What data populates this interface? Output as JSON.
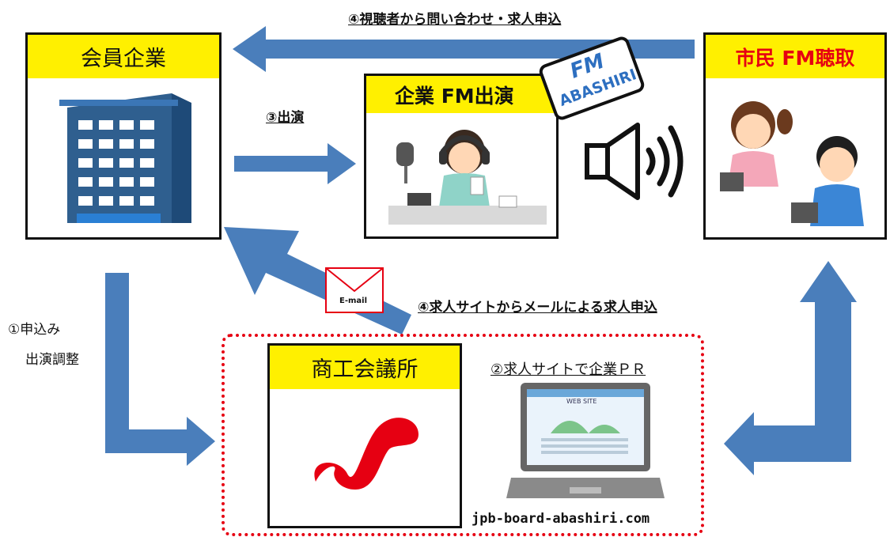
{
  "colors": {
    "arrow": "#4a7ebb",
    "title_bg": "#fff000",
    "red_accent": "#e60012",
    "dotted_border": "#e60012"
  },
  "boxes": {
    "member_company": {
      "title": "会員企業",
      "icon": "office-building-icon"
    },
    "fm_appearance": {
      "title": "企業 FM出演",
      "icon": "radio-dj-icon"
    },
    "citizen_listening": {
      "title": "市民 FM聴取",
      "icon": "children-listening-radio-icon"
    },
    "chamber": {
      "title": "商工会議所",
      "icon": "chamber-logo-icon"
    }
  },
  "logo": {
    "line1": "FM",
    "line2": "ABASHIRI"
  },
  "labels": {
    "step4_top": "④視聴者から問い合わせ・求人申込",
    "step3": "③出演",
    "step4_mail": "④求人サイトからメールによる求人申込",
    "step1_line1": "①申込み",
    "step1_line2": "出演調整",
    "step2": "②求人サイトで企業ＰＲ",
    "site_url": "jpb-board-abashiri.com"
  },
  "email_icon": {
    "label": "E-mail"
  },
  "laptop": {
    "screen_title": "WEB SITE"
  }
}
